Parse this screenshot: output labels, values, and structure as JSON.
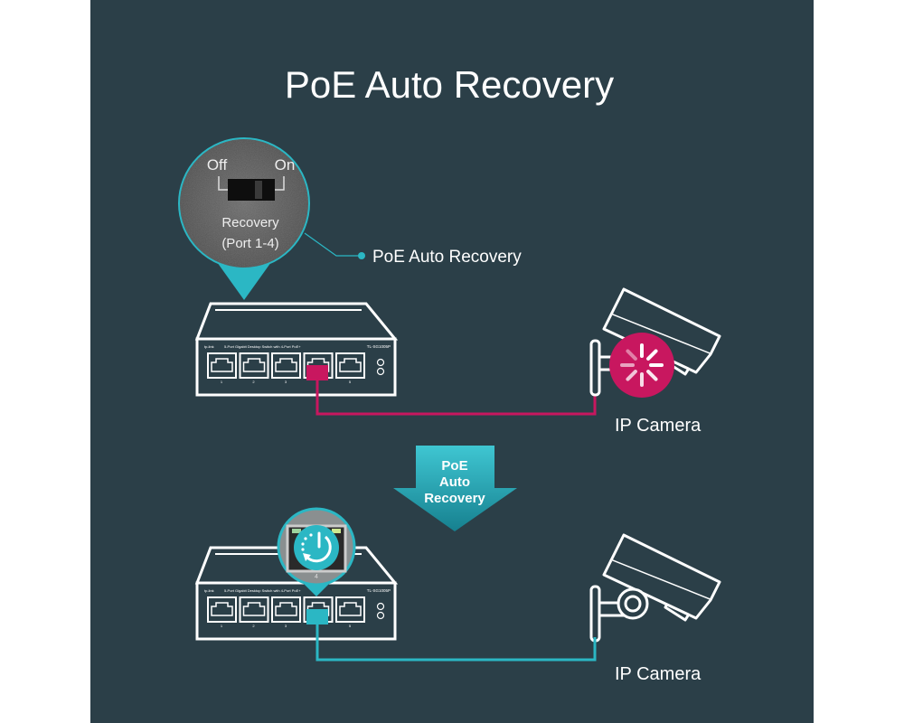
{
  "title": "PoE Auto Recovery",
  "colors": {
    "background": "#2b3f48",
    "accent_cyan": "#2bb7c4",
    "fault_pink": "#c8175f",
    "line": "#ffffff"
  },
  "magnifier": {
    "off_label": "Off",
    "on_label": "On",
    "switch_label_1": "Recovery",
    "switch_label_2": "(Port 1-4)"
  },
  "callout_label": "PoE Auto Recovery",
  "switch": {
    "brand": "tp-link",
    "description": "5-Port Gigabit Desktop Switch with 4-Port PoE+",
    "model": "TL-SG1005P",
    "ports": [
      "1",
      "2",
      "3",
      "4",
      "5"
    ]
  },
  "top_scene": {
    "camera_label": "IP Camera",
    "camera_status_icon": "loading-spinner-icon"
  },
  "arrow": {
    "line1": "PoE",
    "line2": "Auto",
    "line3": "Recovery"
  },
  "bottom_scene": {
    "camera_label": "IP Camera",
    "port_status_icon": "power-restart-icon",
    "zoomed_port_number": "4"
  }
}
